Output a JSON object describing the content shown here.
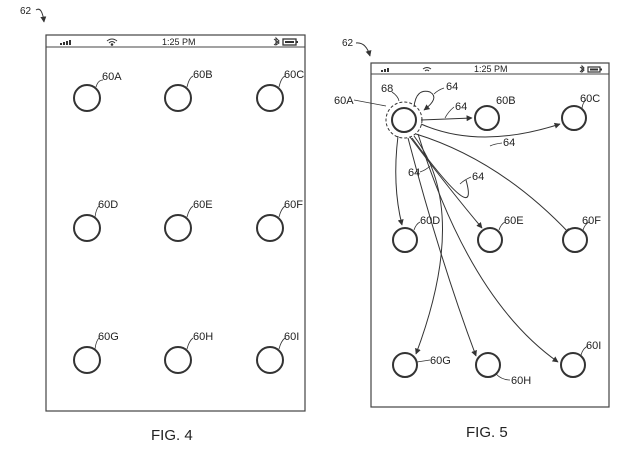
{
  "figures": [
    {
      "caption": "FIG. 4",
      "device_ref": "62",
      "status_time": "1:25 PM",
      "nodes": [
        "60A",
        "60B",
        "60C",
        "60D",
        "60E",
        "60F",
        "60G",
        "60H",
        "60I"
      ]
    },
    {
      "caption": "FIG. 5",
      "device_ref": "62",
      "status_time": "1:25 PM",
      "nodes": [
        "60A",
        "60B",
        "60C",
        "60D",
        "60E",
        "60F",
        "60G",
        "60H",
        "60I"
      ],
      "selection_ref": "68",
      "gesture_ref": "64"
    }
  ],
  "icons": [
    "signal-icon",
    "wifi-icon",
    "bluetooth-icon",
    "battery-icon"
  ]
}
